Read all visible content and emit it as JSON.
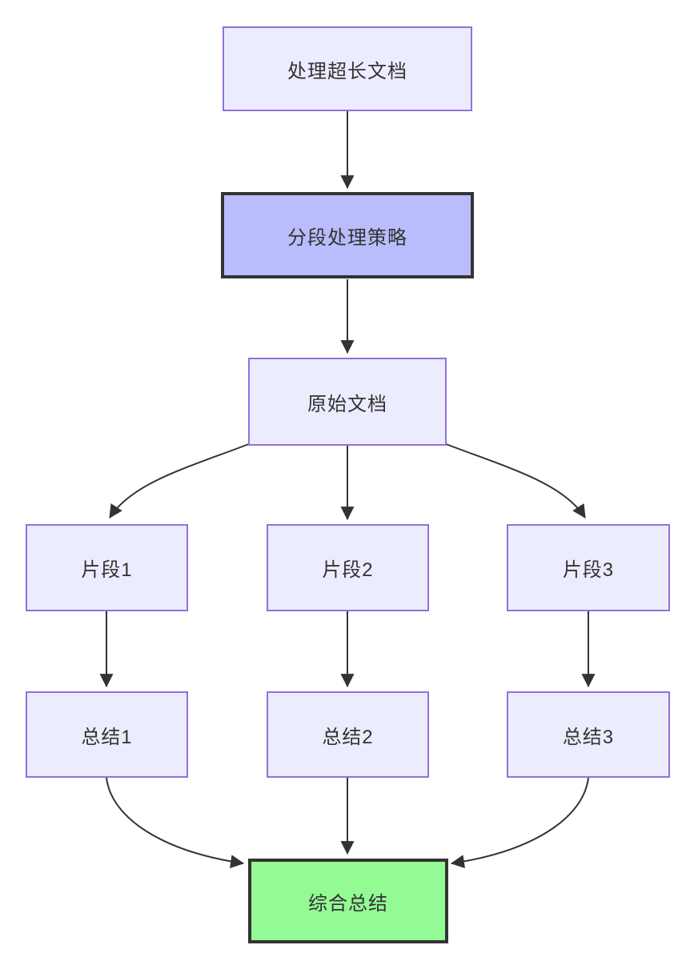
{
  "diagram": {
    "type": "flowchart",
    "direction": "top-down",
    "nodes": [
      {
        "id": "A",
        "label": "处理超长文档",
        "style": "default"
      },
      {
        "id": "B",
        "label": "分段处理策略",
        "style": "emphasis"
      },
      {
        "id": "C",
        "label": "原始文档",
        "style": "default"
      },
      {
        "id": "D",
        "label": "片段1",
        "style": "default"
      },
      {
        "id": "E",
        "label": "片段2",
        "style": "default"
      },
      {
        "id": "F",
        "label": "片段3",
        "style": "default"
      },
      {
        "id": "G",
        "label": "总结1",
        "style": "default"
      },
      {
        "id": "H",
        "label": "总结2",
        "style": "default"
      },
      {
        "id": "I",
        "label": "总结3",
        "style": "default"
      },
      {
        "id": "J",
        "label": "综合总结",
        "style": "success"
      }
    ],
    "edges": [
      {
        "from": "处理超长文档",
        "to": "分段处理策略"
      },
      {
        "from": "分段处理策略",
        "to": "原始文档"
      },
      {
        "from": "原始文档",
        "to": "片段1"
      },
      {
        "from": "原始文档",
        "to": "片段2"
      },
      {
        "from": "原始文档",
        "to": "片段3"
      },
      {
        "from": "片段1",
        "to": "总结1"
      },
      {
        "from": "片段2",
        "to": "总结2"
      },
      {
        "from": "片段3",
        "to": "总结3"
      },
      {
        "from": "总结1",
        "to": "综合总结"
      },
      {
        "from": "总结2",
        "to": "综合总结"
      },
      {
        "from": "总结3",
        "to": "综合总结"
      }
    ],
    "colors": {
      "default_fill": "#ECECFF",
      "default_border": "#9370DB",
      "emphasis_fill": "#B9BDFB",
      "emphasis_border": "#333333",
      "success_fill": "#94FA94",
      "success_border": "#333333",
      "edge": "#333333",
      "text": "#333333",
      "background": "#FFFFFF"
    }
  }
}
